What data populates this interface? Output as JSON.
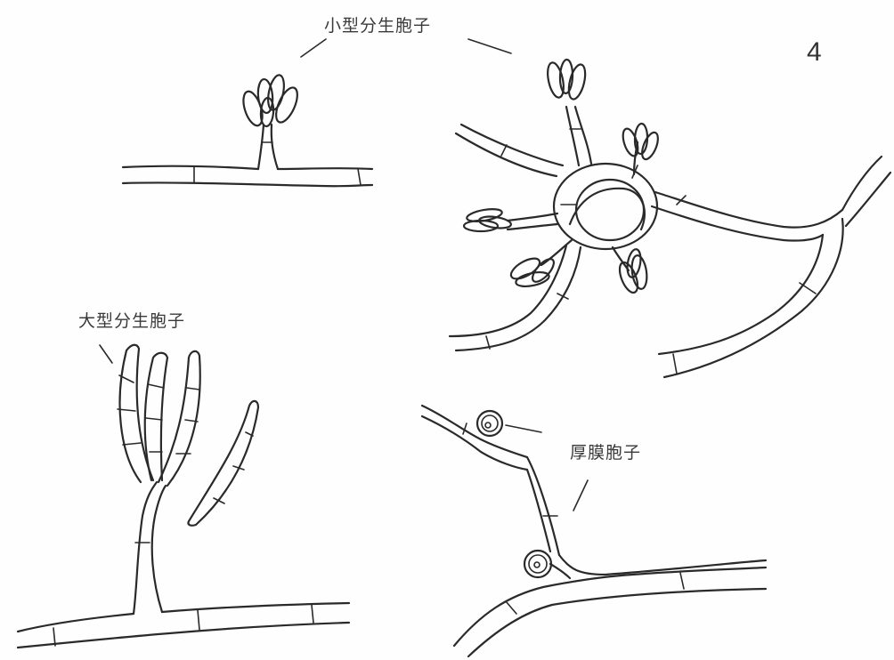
{
  "labels": {
    "microconidia": "小型分生胞子",
    "macroconidia": "大型分生胞子",
    "chlamydospores": "厚膜胞子"
  },
  "plate_number": "4"
}
